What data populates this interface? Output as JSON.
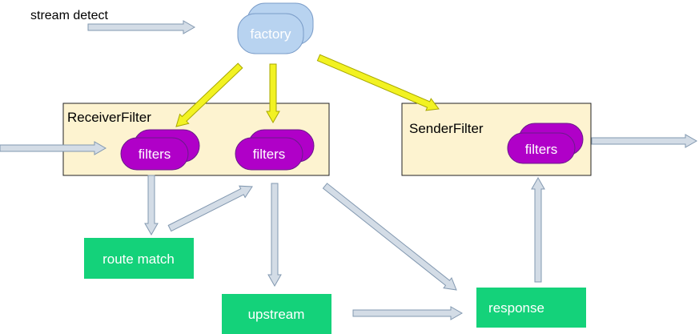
{
  "labels": {
    "stream_detect": "stream detect"
  },
  "factory": {
    "label": "factory",
    "color_fill": "#b8d3f0",
    "color_stroke": "#7a9cc8"
  },
  "receiver_filter": {
    "title": "ReceiverFilter",
    "filters_left": "filters",
    "filters_right": "filters"
  },
  "sender_filter": {
    "title": "SenderFilter",
    "filters": "filters"
  },
  "nodes": {
    "route_match": "route match",
    "upstream": "upstream",
    "response": "response"
  },
  "colors": {
    "container_fill": "#fdf3d0",
    "container_stroke": "#222222",
    "filters_fill": "#b000c8",
    "filters_stroke": "#6a1a8a",
    "node_fill": "#14d27a",
    "arrow_fill": "#d3dce6",
    "arrow_stroke": "#8298b0",
    "arrow_yellow_fill": "#f2f222",
    "arrow_yellow_stroke": "#a8a800"
  }
}
